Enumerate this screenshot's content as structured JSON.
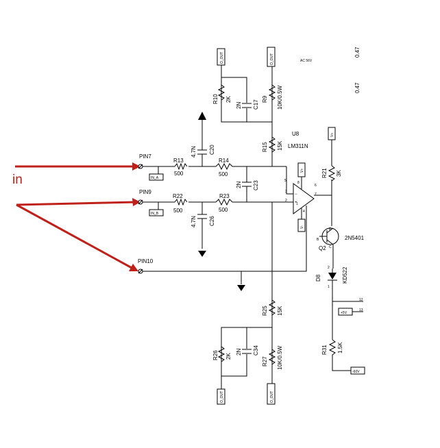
{
  "annotation": {
    "label": "in",
    "color": "#c0201a"
  },
  "connectors": {
    "pin7": "PIN7",
    "pin9": "PIN9",
    "pin10": "PIN10",
    "in_a": "IN_A",
    "in_b": "IN_B"
  },
  "ports": {
    "o_out_top_left": "O_OUT",
    "o_out_top_right": "O_OUT",
    "o_out_bottom_left": "O_OUT",
    "o_out_bottom_right": "O_OUT",
    "vplus_u8": "V+",
    "vminus_u8": "V-",
    "vplus_right": "V+",
    "plus5v": "+5V",
    "minus60v": "-60V"
  },
  "components": {
    "r10": {
      "ref": "R10",
      "value": "2K"
    },
    "c17": {
      "ref": "C17",
      "value": "2N"
    },
    "r9": {
      "ref": "R9",
      "value": "10K/0.5W"
    },
    "r15": {
      "ref": "R15",
      "value": "15K"
    },
    "c20": {
      "ref": "C20",
      "value": "4.7N"
    },
    "r13": {
      "ref": "R13",
      "value": "500"
    },
    "r14": {
      "ref": "R14",
      "value": "500"
    },
    "c23": {
      "ref": "C23",
      "value": "2N"
    },
    "r22": {
      "ref": "R22",
      "value": "500"
    },
    "r23": {
      "ref": "R23",
      "value": "500"
    },
    "c26": {
      "ref": "C26",
      "value": "4.7N"
    },
    "r25": {
      "ref": "R25",
      "value": "15K"
    },
    "r26": {
      "ref": "R26",
      "value": "2K"
    },
    "c34": {
      "ref": "C34",
      "value": "2N"
    },
    "r27": {
      "ref": "R27",
      "value": "10K/0.5W"
    },
    "r21": {
      "ref": "R21",
      "value": "3K"
    },
    "r31": {
      "ref": "R31",
      "value": "1.5K"
    },
    "u8": {
      "ref": "U8",
      "part": "LM311N"
    },
    "q2": {
      "ref": "Q2",
      "part": "2N5401"
    },
    "d8": {
      "ref": "D8",
      "part": "KD522"
    }
  },
  "opamp_pins": {
    "p2": "2",
    "p3": "3",
    "p5": "5",
    "p6": "6",
    "p7": "7",
    "p8": "8",
    "p4": "4",
    "p1": "1"
  },
  "transistor_pins": {
    "e": "E",
    "b": "B",
    "c": "C"
  },
  "diode_pins": {
    "a": "2",
    "k": "1"
  },
  "net_numbers": {
    "n12": "12",
    "n13": "13"
  },
  "misc": {
    "ac56v": "AC 56V",
    "v047_top": "0.47",
    "v047_bottom": "0.47"
  }
}
